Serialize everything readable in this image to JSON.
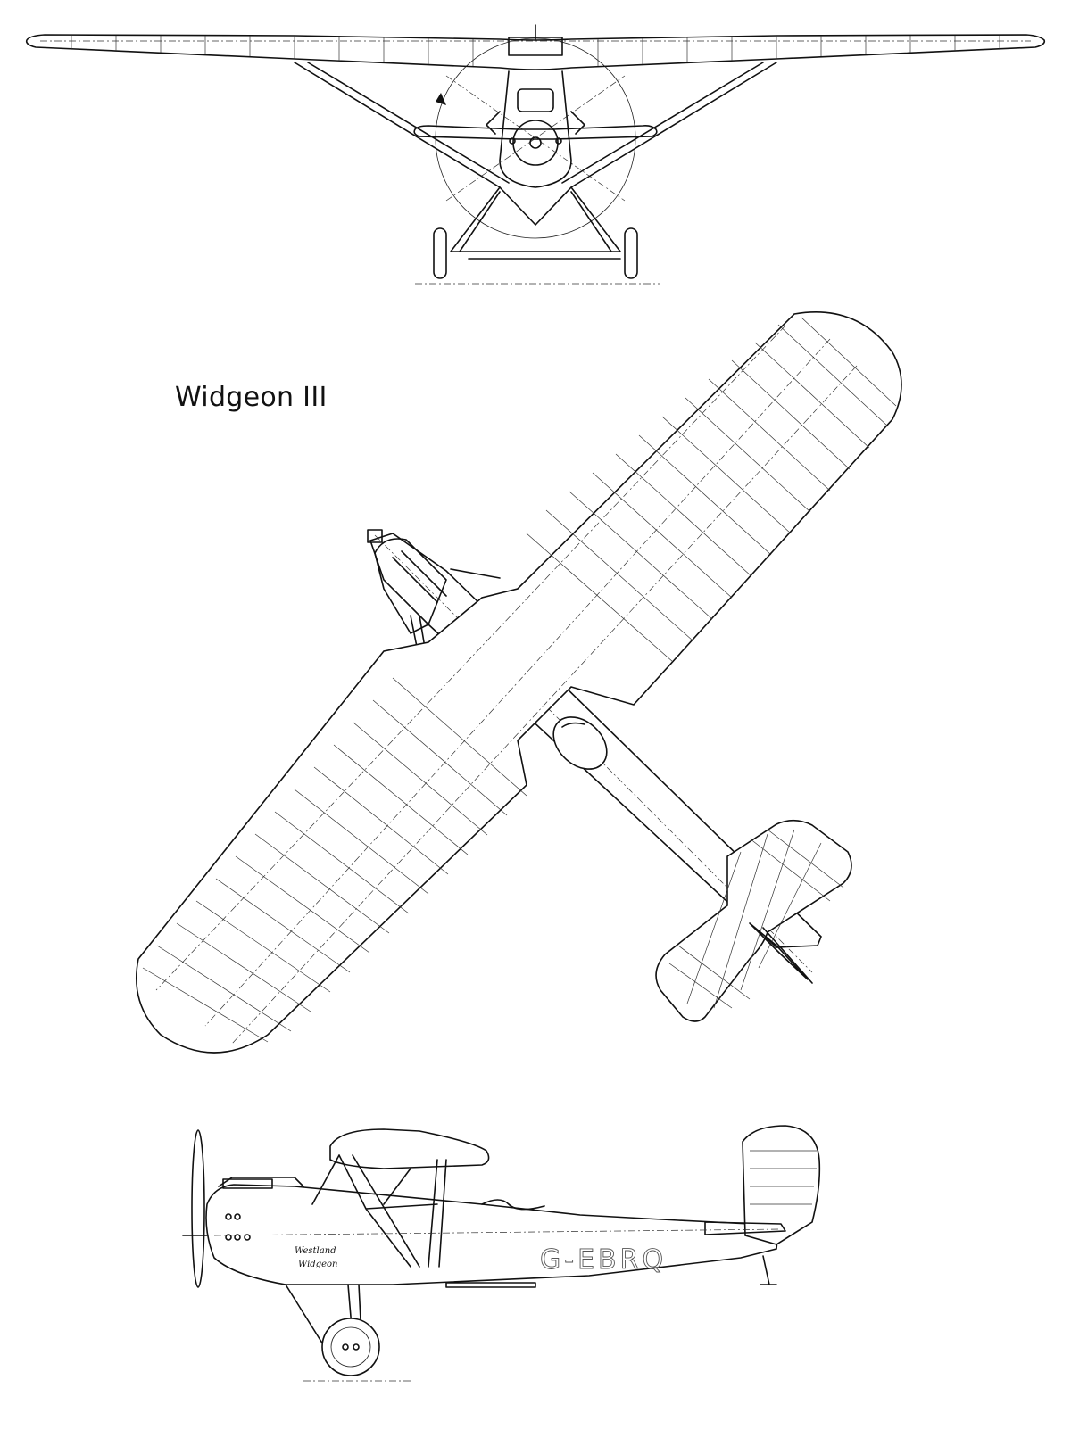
{
  "title": "Widgeon III",
  "side_view": {
    "fuselage_script_line1": "Westland",
    "fuselage_script_line2": "Widgeon",
    "registration": "G-EBRQ"
  }
}
